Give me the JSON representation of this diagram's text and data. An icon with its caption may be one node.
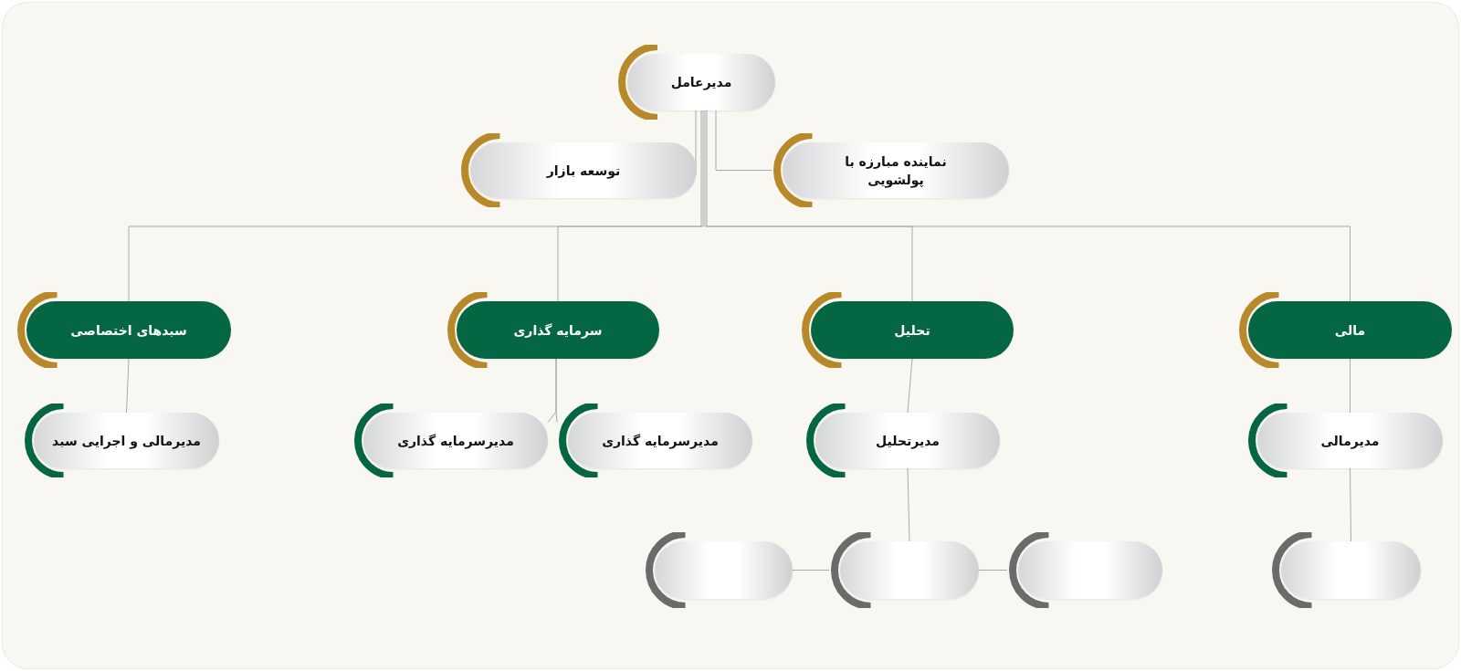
{
  "diagram": {
    "nodes": [
      {
        "text": [
          "مدیرعامل"
        ]
      },
      {
        "text": [
          "نماینده مبارزه با پولشویی"
        ]
      },
      {
        "text": [
          "توسعه بازار"
        ]
      },
      {
        "text": [
          "مالی"
        ]
      },
      {
        "text": [
          "تحلیل"
        ]
      },
      {
        "text": [
          "سرمایه گذاری"
        ]
      },
      {
        "text": [
          "سبدهای اختصاصی"
        ]
      },
      {
        "text": [
          "مدیرمالی"
        ]
      },
      {
        "text": [
          "مدیرتحلیل"
        ]
      },
      {
        "text": [
          "مدیرسرمایه گذاری"
        ]
      },
      {
        "text": [
          "مدیرسرمایه گذاری"
        ]
      },
      {
        "text": [
          "مدیرمالی و اجرایی سبد"
        ]
      },
      {
        "text": [],
        "shape": "box"
      },
      {
        "text": [],
        "shape": "box"
      },
      {
        "text": [],
        "shape": "box"
      },
      {
        "text": [],
        "shape": "box"
      }
    ],
    "edges": [
      {
        "from": 0,
        "to": 1,
        "arrow": "none"
      },
      {
        "from": 0,
        "to": 2,
        "arrow": "none"
      },
      {
        "from": 0,
        "to": 3,
        "arrow": "none"
      },
      {
        "from": 0,
        "to": 4,
        "arrow": "none"
      },
      {
        "from": 0,
        "to": 5,
        "arrow": "none"
      },
      {
        "from": 0,
        "to": 6,
        "arrow": "none"
      },
      {
        "from": 3,
        "to": 7,
        "arrow": "none"
      },
      {
        "from": 4,
        "to": 8,
        "arrow": "none"
      },
      {
        "from": 5,
        "to": 9,
        "arrow": "none"
      },
      {
        "from": 5,
        "to": 10,
        "arrow": "none"
      },
      {
        "from": 6,
        "to": 11,
        "arrow": "none"
      },
      {
        "from": 8,
        "to": 13,
        "arrow": "none"
      },
      {
        "from": 13,
        "to": 12,
        "arrow": "none"
      },
      {
        "from": 13,
        "to": 14,
        "arrow": "none"
      },
      {
        "from": 7,
        "to": 15,
        "arrow": "none"
      }
    ]
  }
}
